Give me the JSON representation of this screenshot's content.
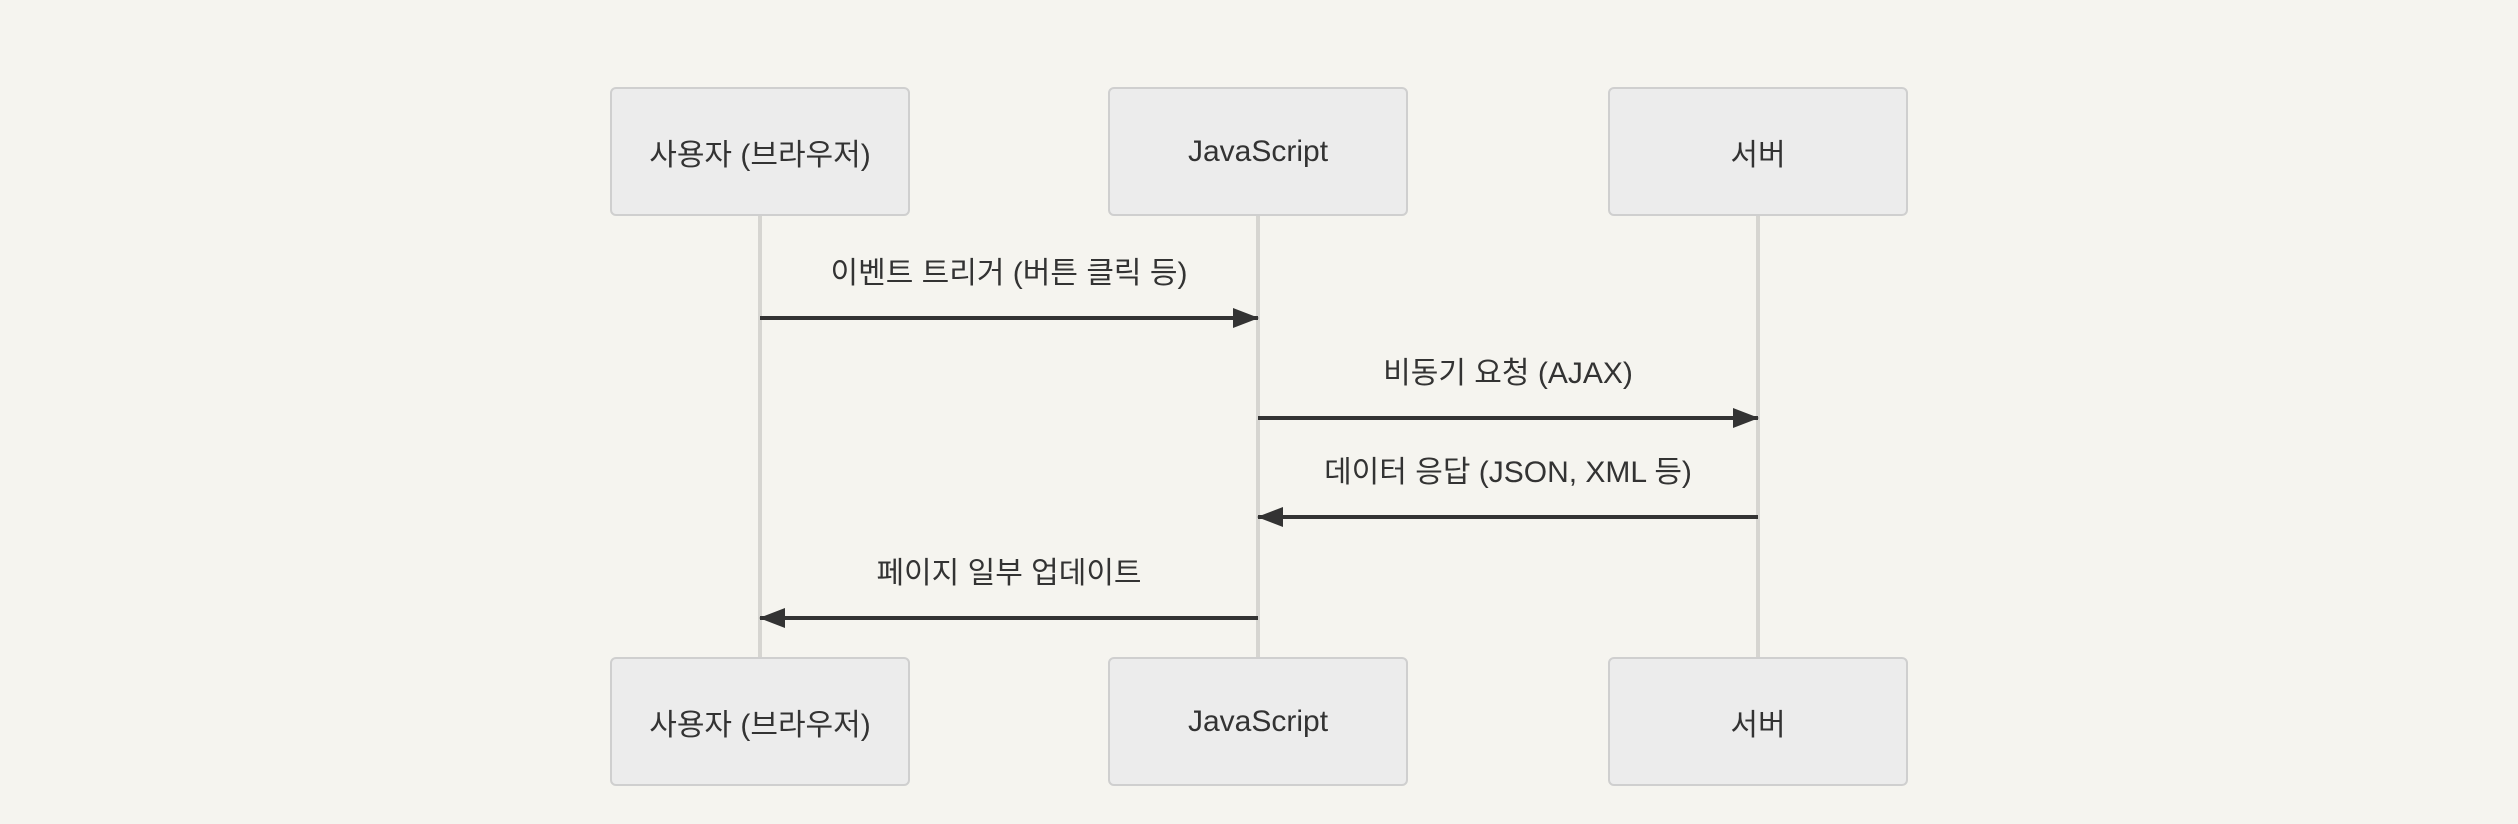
{
  "diagram": {
    "kind": "sequence-diagram",
    "colors": {
      "background": "#f5f4ef",
      "actor_box_fill": "#ececec",
      "actor_box_border": "#cfcfcf",
      "lifeline": "#d6d5d1",
      "message_line": "#333333",
      "text": "#333333"
    },
    "actors": [
      {
        "id": "user",
        "label": "사용자 (브라우저)"
      },
      {
        "id": "javascript",
        "label": "JavaScript"
      },
      {
        "id": "server",
        "label": "서버"
      }
    ],
    "messages": [
      {
        "from": "사용자 (브라우저)",
        "to": "JavaScript",
        "label": "이벤트 트리거 (버튼 클릭 등)",
        "direction": "right",
        "line_style": "solid"
      },
      {
        "from": "JavaScript",
        "to": "서버",
        "label": "비동기 요청 (AJAX)",
        "direction": "right",
        "line_style": "solid"
      },
      {
        "from": "서버",
        "to": "JavaScript",
        "label": "데이터 응답 (JSON, XML 등)",
        "direction": "left",
        "line_style": "solid"
      },
      {
        "from": "JavaScript",
        "to": "사용자 (브라우저)",
        "label": "페이지 일부 업데이트",
        "direction": "left",
        "line_style": "solid"
      }
    ]
  }
}
